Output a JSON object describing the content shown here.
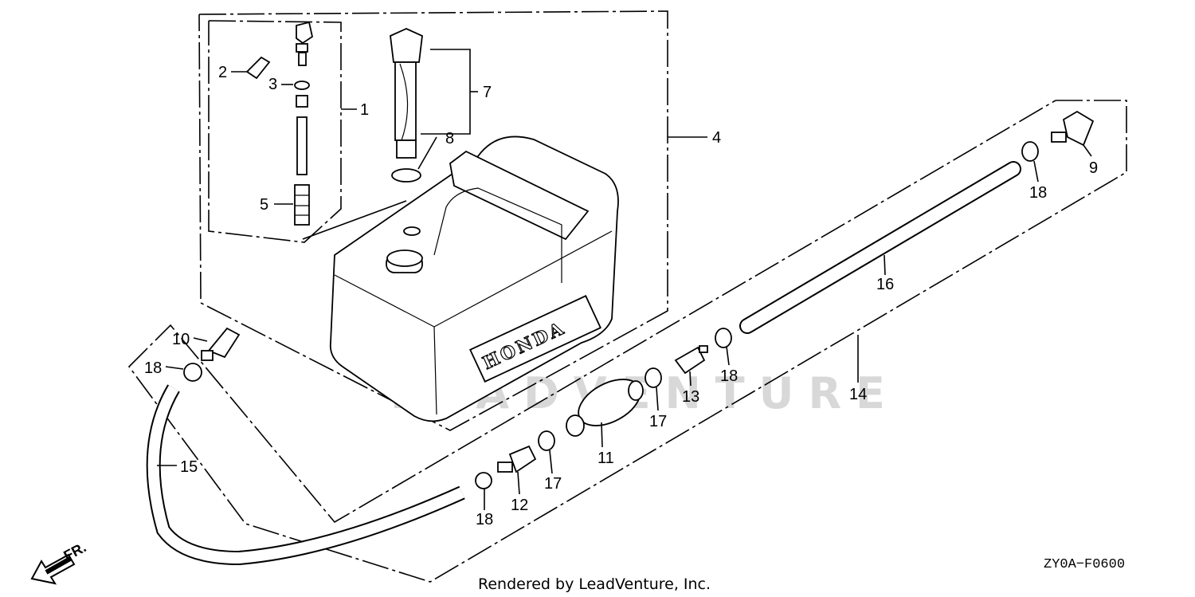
{
  "diagram_code": "ZY0A−F0600",
  "credit": "Rendered by LeadVenture, Inc.",
  "watermark": "LEADVENTURE",
  "tank_brand": "HONDA",
  "direction_label": "FR.",
  "callouts": {
    "c1": "1",
    "c2": "2",
    "c3": "3",
    "c4": "4",
    "c5": "5",
    "c7": "7",
    "c8": "8",
    "c9": "9",
    "c10": "10",
    "c11": "11",
    "c12": "12",
    "c13": "13",
    "c14": "14",
    "c15": "15",
    "c16": "16",
    "c17a": "17",
    "c17b": "17",
    "c18a": "18",
    "c18b": "18",
    "c18c": "18",
    "c18d": "18"
  }
}
